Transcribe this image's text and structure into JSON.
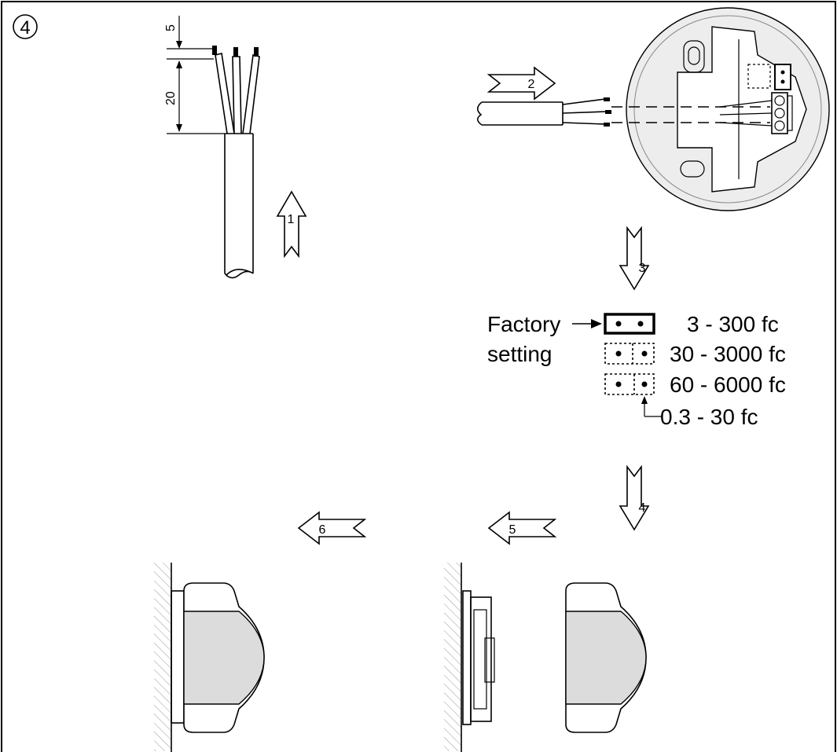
{
  "step_number": "4",
  "arrows": {
    "a1": "1",
    "a2": "2",
    "a3": "3",
    "a4": "4",
    "a5": "5",
    "a6": "6"
  },
  "dimensions": {
    "strip_length": "5",
    "sheath_strip": "20"
  },
  "jumper": {
    "factory_line1": "Factory",
    "factory_line2": "setting",
    "range_1": "3 - 300 fc",
    "range_2": "30 - 3000 fc",
    "range_3": "60 - 6000 fc",
    "range_4": "0.3 - 30 fc"
  }
}
